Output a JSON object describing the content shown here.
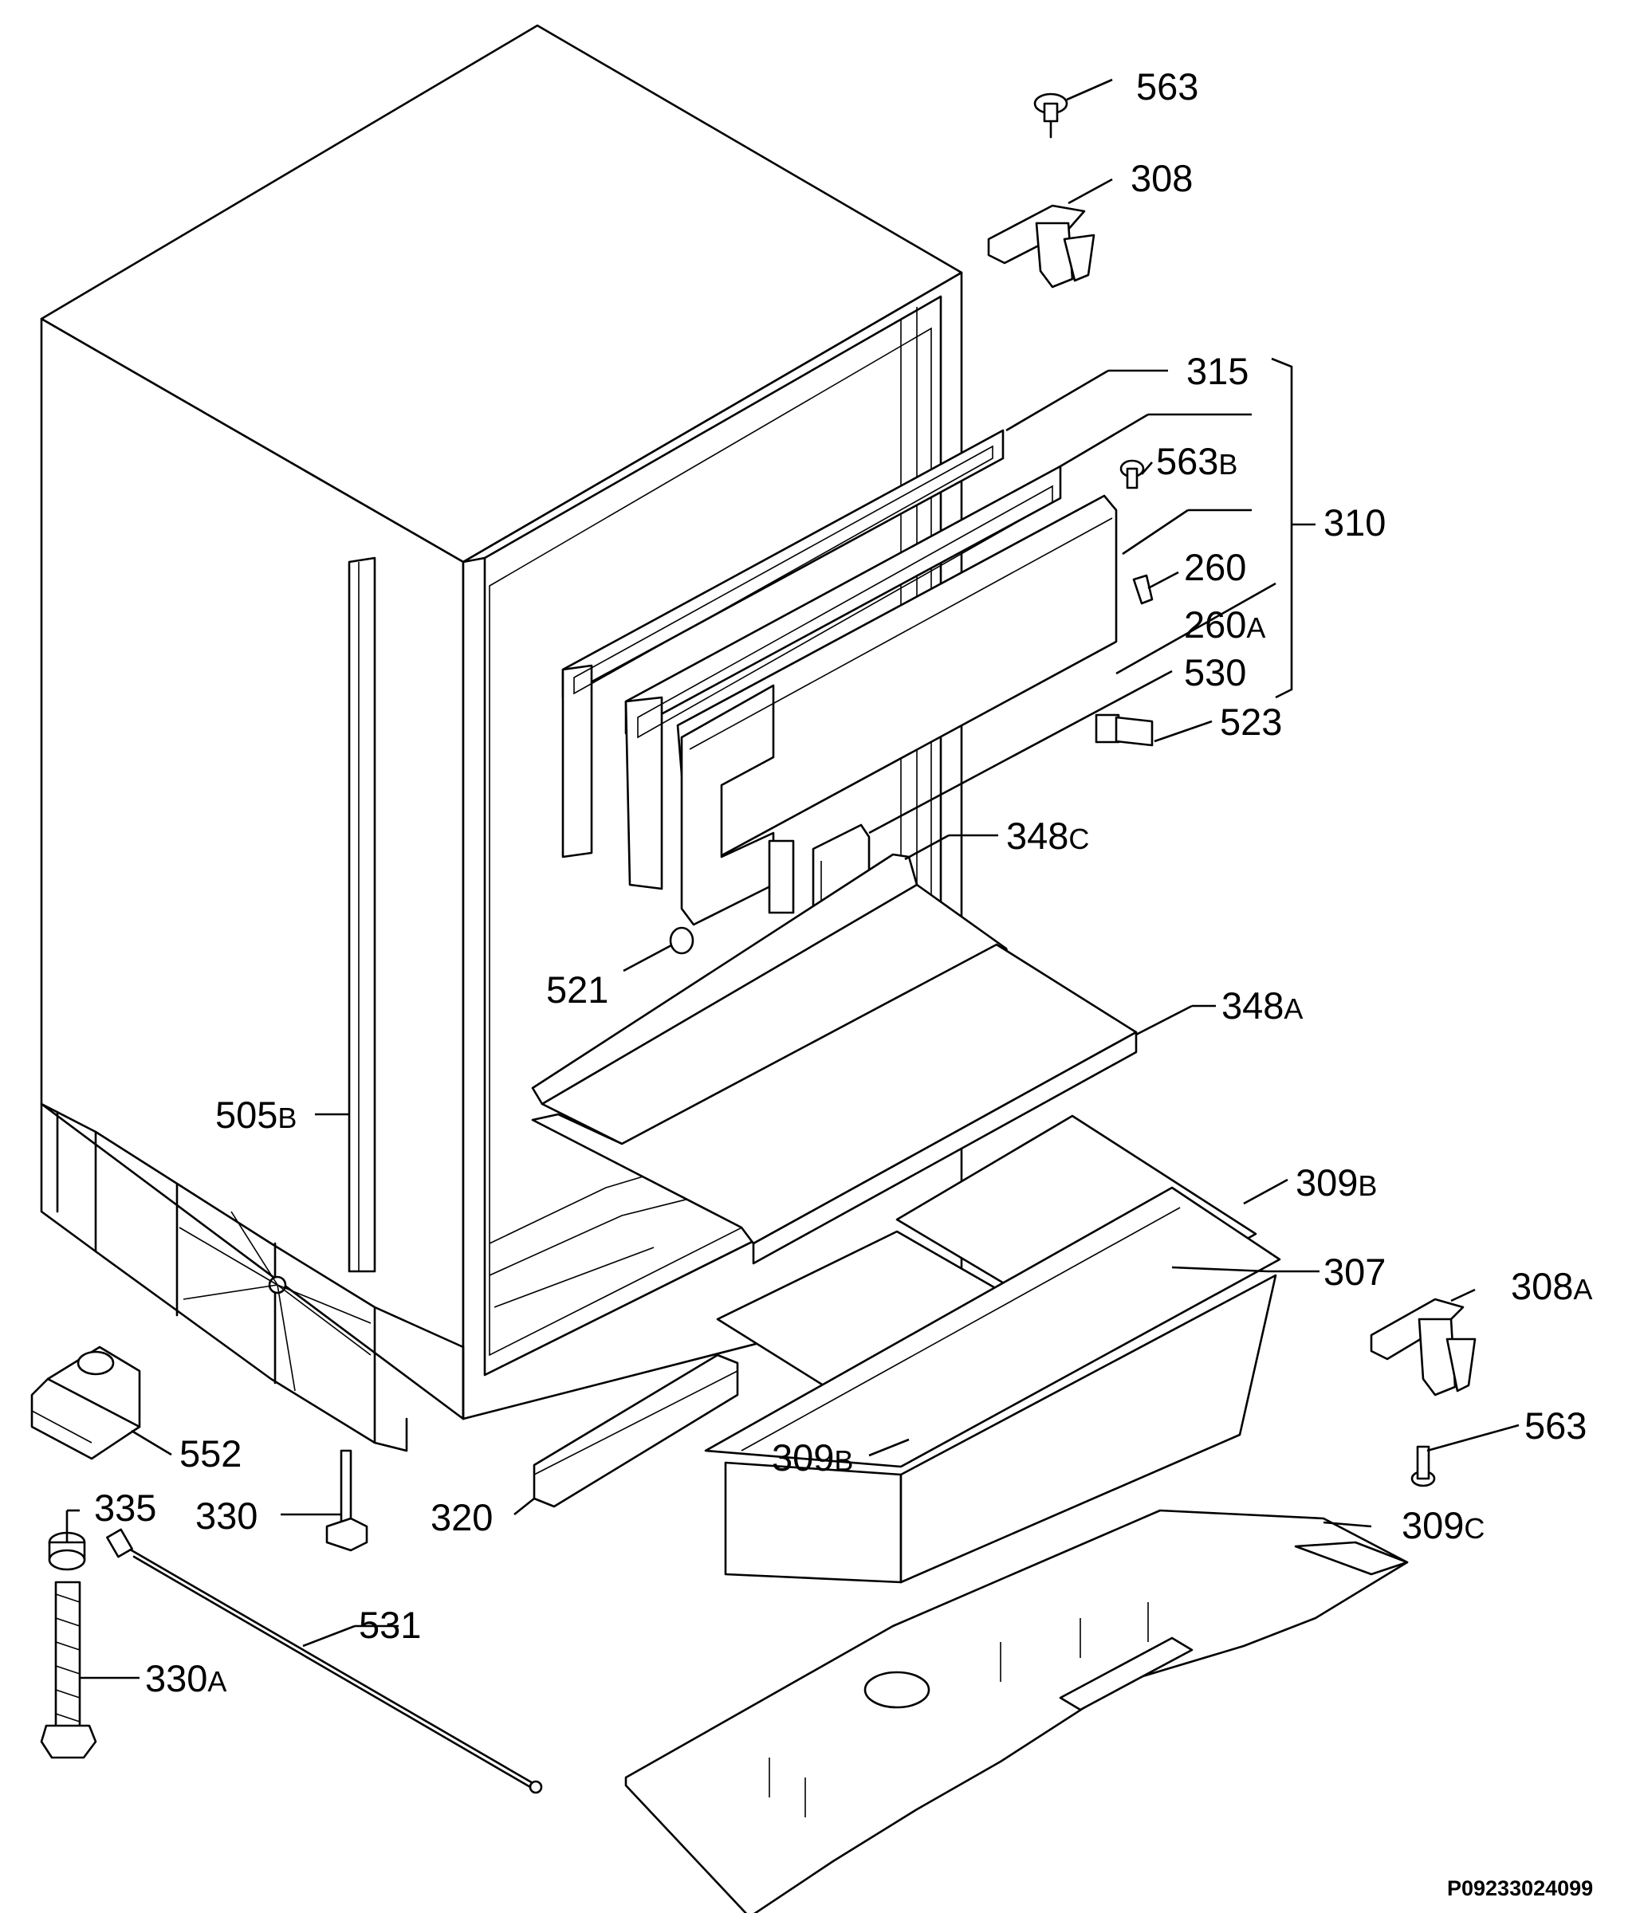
{
  "labels": [
    {
      "id": "563-top",
      "num": "563",
      "sfx": ""
    },
    {
      "id": "308",
      "num": "308",
      "sfx": ""
    },
    {
      "id": "315",
      "num": "315",
      "sfx": ""
    },
    {
      "id": "563b",
      "num": "563",
      "sfx": "B"
    },
    {
      "id": "310",
      "num": "310",
      "sfx": ""
    },
    {
      "id": "260",
      "num": "260",
      "sfx": ""
    },
    {
      "id": "260a",
      "num": "260",
      "sfx": "A"
    },
    {
      "id": "530",
      "num": "530",
      "sfx": ""
    },
    {
      "id": "523",
      "num": "523",
      "sfx": ""
    },
    {
      "id": "348c",
      "num": "348",
      "sfx": "C"
    },
    {
      "id": "521",
      "num": "521",
      "sfx": ""
    },
    {
      "id": "348a",
      "num": "348",
      "sfx": "A"
    },
    {
      "id": "505b",
      "num": "505",
      "sfx": "B"
    },
    {
      "id": "309b-top",
      "num": "309",
      "sfx": "B"
    },
    {
      "id": "307",
      "num": "307",
      "sfx": ""
    },
    {
      "id": "308a",
      "num": "308",
      "sfx": "A"
    },
    {
      "id": "552",
      "num": "552",
      "sfx": ""
    },
    {
      "id": "563-bottom",
      "num": "563",
      "sfx": ""
    },
    {
      "id": "309b-bottom",
      "num": "309",
      "sfx": "B"
    },
    {
      "id": "335",
      "num": "335",
      "sfx": ""
    },
    {
      "id": "330",
      "num": "330",
      "sfx": ""
    },
    {
      "id": "320",
      "num": "320",
      "sfx": ""
    },
    {
      "id": "309c",
      "num": "309",
      "sfx": "C"
    },
    {
      "id": "531",
      "num": "531",
      "sfx": ""
    },
    {
      "id": "330a",
      "num": "330",
      "sfx": "A"
    }
  ],
  "drawing_code": "P09233024099"
}
